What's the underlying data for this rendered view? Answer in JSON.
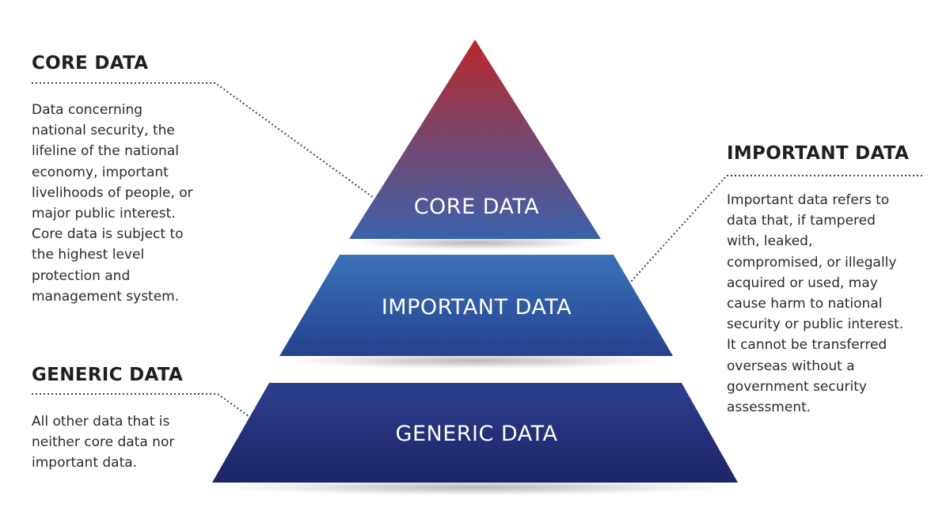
{
  "core": {
    "heading": "CORE DATA",
    "description": "Data concerning\nnational security, the\nlifeline of the national\neconomy, important\nlivelihoods of people, or\nmajor public interest.\nCore data is subject to\nthe highest level\nprotection and\nmanagement system.",
    "tier_label": "CORE DATA"
  },
  "important": {
    "heading": "IMPORTANT DATA",
    "description": "Important data refers to\ndata that, if tampered\nwith, leaked,\ncompromised, or illegally\nacquired or used, may\ncause harm to national\nsecurity or public interest.\nIt cannot be transferred\noverseas without a\ngovernment security\nassessment.",
    "tier_label": "IMPORTANT DATA"
  },
  "generic": {
    "heading": "GENERIC DATA",
    "description": "All other data that is\nneither core data nor\nimportant data.",
    "tier_label": "GENERIC DATA"
  },
  "colors": {
    "core_top": "#b8282c",
    "core_bottom": "#3a62ad",
    "important_top": "#3a72b8",
    "important_bottom": "#24428f",
    "generic_top": "#2c3f8e",
    "generic_bottom": "#1c2466",
    "dotted_line": "#2d4a6e"
  }
}
